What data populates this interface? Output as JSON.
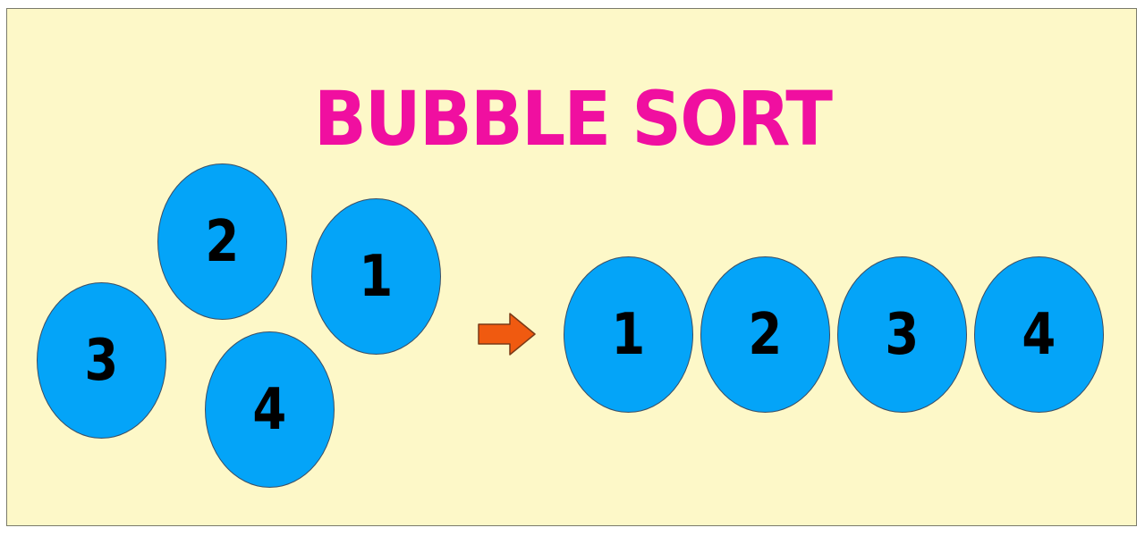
{
  "title": "BUBBLE SORT",
  "unsorted_bubbles": [
    {
      "label": "2"
    },
    {
      "label": "1"
    },
    {
      "label": "3"
    },
    {
      "label": "4"
    }
  ],
  "sorted_bubbles": [
    {
      "label": "1"
    },
    {
      "label": "2"
    },
    {
      "label": "3"
    },
    {
      "label": "4"
    }
  ],
  "colors": {
    "background": "#fdf8c8",
    "title": "#f00fa0",
    "bubble_fill": "#04a4f8",
    "bubble_border": "#3b4e64",
    "arrow": "#f05a10"
  },
  "icons": {
    "arrow": "right-arrow-icon"
  }
}
